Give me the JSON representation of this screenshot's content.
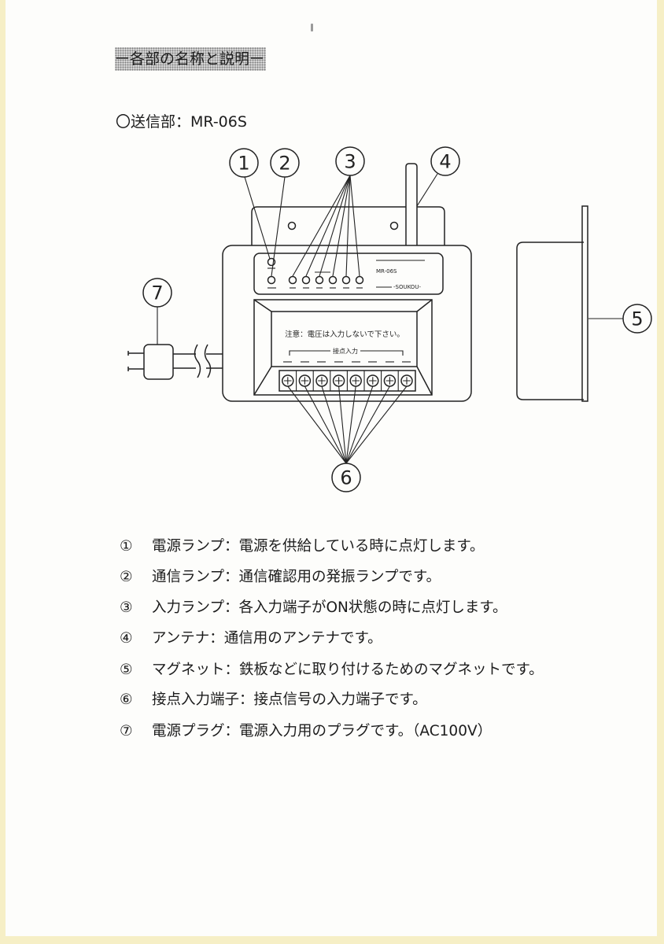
{
  "page": {
    "title": "ー各部の名称と説明ー",
    "subtitle": "〇送信部：MR-06S"
  },
  "diagram": {
    "callouts": [
      "1",
      "2",
      "3",
      "4",
      "5",
      "6",
      "7"
    ],
    "panel_model": "MR-06S",
    "panel_brand": "-SOUKOU-",
    "notice": "注意：電圧は入力しないで下さい。",
    "terminal_group_label": "接点入力"
  },
  "descriptions": [
    {
      "num": "①",
      "text": "電源ランプ：電源を供給している時に点灯します。"
    },
    {
      "num": "②",
      "text": "通信ランプ：通信確認用の発振ランプです。"
    },
    {
      "num": "③",
      "text": "入力ランプ：各入力端子がON状態の時に点灯します。"
    },
    {
      "num": "④",
      "text": "アンテナ：通信用のアンテナです。"
    },
    {
      "num": "⑤",
      "text": "マグネット：鉄板などに取り付けるためのマグネットです。"
    },
    {
      "num": "⑥",
      "text": "接点入力端子：接点信号の入力端子です。"
    },
    {
      "num": "⑦",
      "text": "電源プラグ：電源入力用のプラグです。（AC100V）"
    }
  ]
}
